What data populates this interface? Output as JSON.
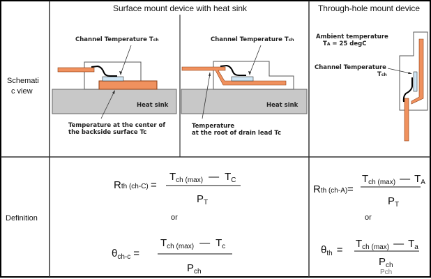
{
  "headers": {
    "surface_mount": "Surface mount device with heat sink",
    "through_hole": "Through-hole mount device"
  },
  "rows": {
    "schematic_line1": "Schemati",
    "schematic_line2": "c view",
    "definition": "Definition"
  },
  "schematic": {
    "channel_temp": "Channel Temperature",
    "tch_T": "T",
    "tch_sub": "ch",
    "heat_sink": "Heat sink",
    "backside_line1": "Temperature at the center of",
    "backside_line2": "the backside surface  Tc",
    "drain_line1": "Temperature",
    "drain_line2": "at the root of drain lead  Tc",
    "ambient_line1": "Ambient temperature",
    "ambient_T": "T",
    "ambient_sub": "A",
    "ambient_value": " = 25 degC"
  },
  "formulas": {
    "R": "R",
    "theta": "θ",
    "th": "th",
    "ch_c_paren": " (ch-C)",
    "ch_a_paren": " (ch-A)",
    "ch_c": "ch-c",
    "eq": "=",
    "T": "T",
    "ch_max": "ch (max)",
    "minus": "—",
    "C": "C",
    "c": "c",
    "A": "A",
    "a": "a",
    "P": "P",
    "T_sub": "T",
    "ch": "ch",
    "or": "or",
    "stray": "Pch"
  },
  "colors": {
    "copper": "#f0915e",
    "heatsink": "#c8c8c8",
    "die": "#cfe6f5",
    "border": "#000000"
  }
}
